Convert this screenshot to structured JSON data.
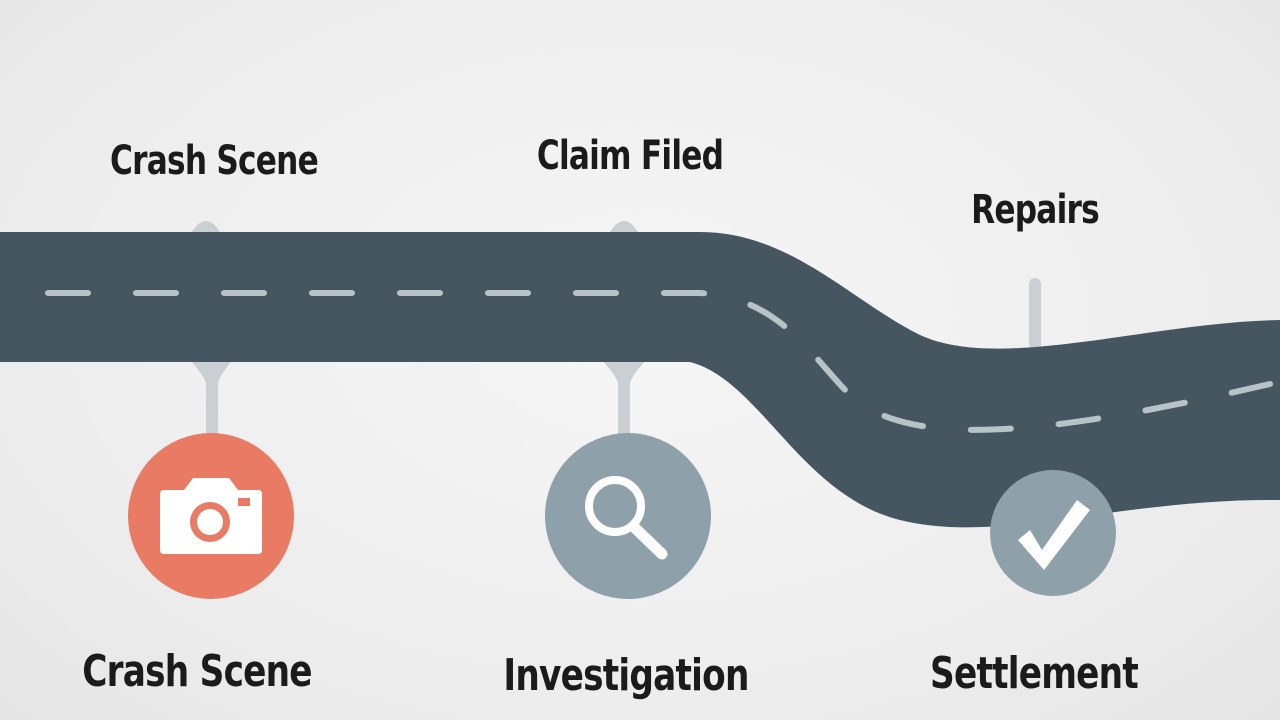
{
  "timeline": {
    "top_labels": {
      "crash_scene": "Crash Scene",
      "claim_filed": "Claim Filed",
      "repairs": "Repairs"
    },
    "bottom_labels": {
      "crash_scene": "Crash Scene",
      "investigation": "Investigation",
      "settlement": "Settlement"
    },
    "icons": {
      "crash_scene": "camera-icon",
      "investigation": "magnifier-icon",
      "settlement": "checkmark-icon"
    }
  },
  "colors": {
    "road": "#455660",
    "road_dash": "#b8c3c8",
    "connector": "#c9cfd2",
    "camera_badge": "#e97a63",
    "investigation_badge": "#8ea1aa",
    "settlement_badge": "#8ea1aa",
    "icon_fill": "#ffffff",
    "text": "#1b1b1b"
  }
}
